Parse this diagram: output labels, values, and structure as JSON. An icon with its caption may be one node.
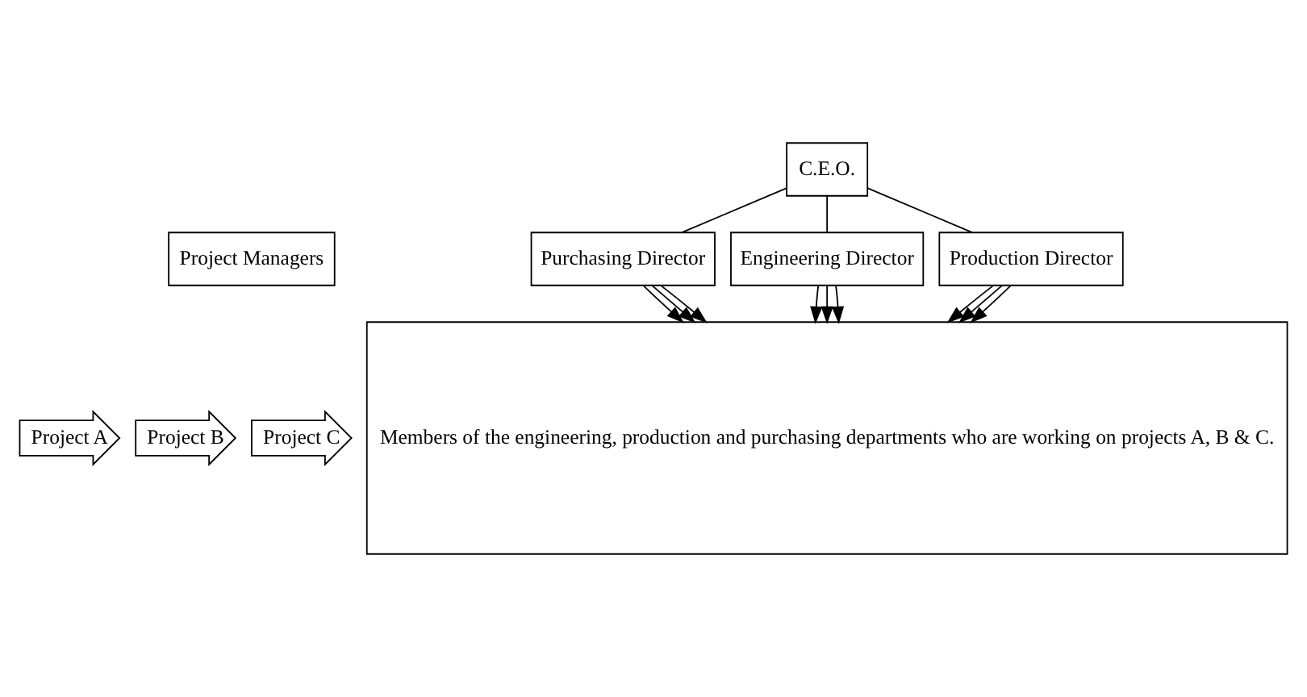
{
  "diagram": {
    "nodes": [
      {
        "text": [
          "C.E.O."
        ]
      },
      {
        "text": [
          "Engineering Director"
        ]
      },
      {
        "text": [
          "Production Director"
        ]
      },
      {
        "text": [
          "Purchasing Director"
        ]
      },
      {
        "text": [
          "Project Managers"
        ]
      },
      {
        "text": [
          "Project A"
        ]
      },
      {
        "text": [
          "Project B"
        ]
      },
      {
        "text": [
          "Project C"
        ]
      },
      {
        "text": [
          "Members of the engineering, production and purchasing departments who are working on projects A, B & C."
        ]
      }
    ],
    "edges": [
      {
        "from": 0,
        "to": 1,
        "arrow": "none"
      },
      {
        "from": 0,
        "to": 2,
        "arrow": "none"
      },
      {
        "from": 0,
        "to": 3,
        "arrow": "none"
      },
      {
        "from": 1,
        "to": 8,
        "arrow": "to"
      },
      {
        "from": 1,
        "to": 8,
        "arrow": "to"
      },
      {
        "from": 1,
        "to": 8,
        "arrow": "to"
      },
      {
        "from": 2,
        "to": 8,
        "arrow": "to"
      },
      {
        "from": 2,
        "to": 8,
        "arrow": "to"
      },
      {
        "from": 2,
        "to": 8,
        "arrow": "to"
      },
      {
        "from": 3,
        "to": 8,
        "arrow": "to"
      },
      {
        "from": 3,
        "to": 8,
        "arrow": "to"
      },
      {
        "from": 3,
        "to": 8,
        "arrow": "to"
      }
    ]
  }
}
